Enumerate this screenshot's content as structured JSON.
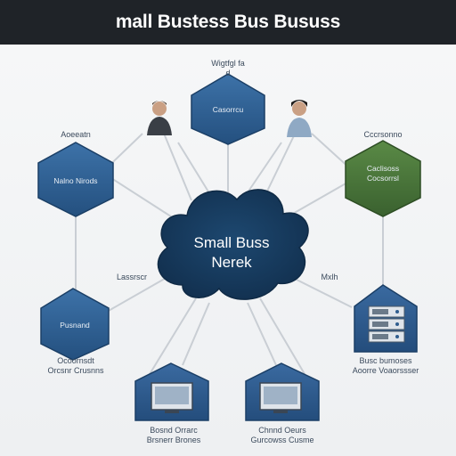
{
  "header": {
    "title": "mall Bustess Bus Bususs"
  },
  "cloud": {
    "line1": "Small Buss",
    "line2": "Nerek"
  },
  "top_node": {
    "caption": "Wigtfgl fa\nd",
    "label": "Casorrcu"
  },
  "left_node": {
    "caption": "Aoeeatn",
    "label": "Nalno Nirods"
  },
  "right_node": {
    "caption": "Cccrsonno",
    "label": "Caclisoss\nCocsorrsl"
  },
  "bottom_left_node": {
    "side_label": "Lassrscr",
    "label": "Pusnand",
    "caption": "Ocoornsdt\nOrcsnr Crusnns"
  },
  "bottom_right_node": {
    "side_label": "Mxlh",
    "caption": "Busc bumoses\nAoorre Voaorssser"
  },
  "bottom_center_left": {
    "caption": "Bosnd Orrarc\nBrsnerr Brones"
  },
  "bottom_center_right": {
    "caption": "Chnnd Oeurs\nGurcowss Cusme"
  },
  "colors": {
    "header_bg": "#1f2328",
    "cloud": "#173a5c",
    "blue_node": "#2f5d8e",
    "green_node": "#46703a",
    "connector": "#c9ced4"
  },
  "icons": [
    "person-icon",
    "computer-monitor-icon",
    "server-rack-icon"
  ]
}
